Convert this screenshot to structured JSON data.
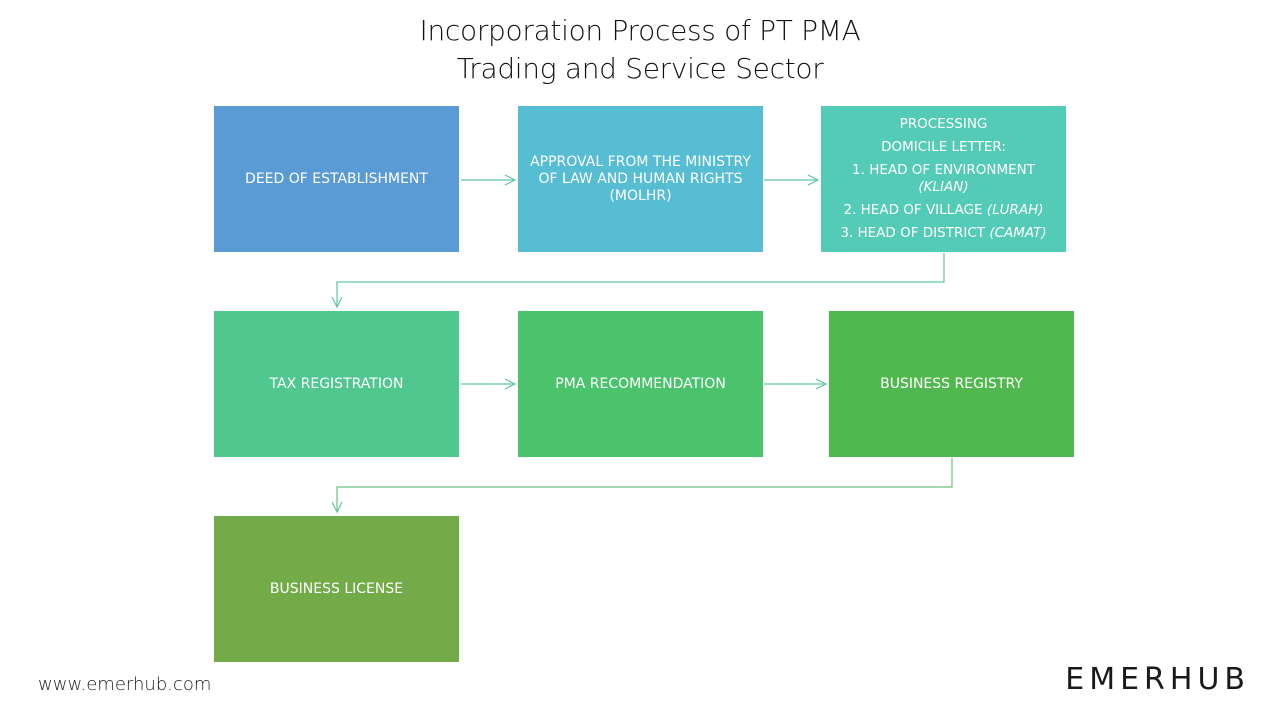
{
  "title": {
    "line1": "Incorporation Process of PT PMA",
    "line2": "Trading and Service Sector"
  },
  "steps": {
    "deed": {
      "label": "DEED OF ESTABLISHMENT",
      "color": "#5b9bd5"
    },
    "approval": {
      "label": "APPROVAL FROM THE MINISTRY OF LAW AND HUMAN RIGHTS (MOLHR)",
      "color": "#56bdd3"
    },
    "processing": {
      "heading": "PROCESSING",
      "subheading": "DOMICILE LETTER:",
      "items": [
        {
          "text": "1. HEAD OF ENVIRONMENT",
          "note": "(KLIAN)"
        },
        {
          "text": "2. HEAD OF VILLAGE",
          "note": "(LURAH)"
        },
        {
          "text": "3. HEAD OF DISTRICT",
          "note": "(CAMAT)"
        }
      ],
      "color": "#54cbb6"
    },
    "tax": {
      "label": "TAX REGISTRATION",
      "color": "#4fc78f"
    },
    "pma": {
      "label": "PMA RECOMMENDATION",
      "color": "#4bc26c"
    },
    "registry": {
      "label": "BUSINESS REGISTRY",
      "color": "#51b84f"
    },
    "license": {
      "label": "BUSINESS LICENSE",
      "color": "#72ab48"
    }
  },
  "connector_color": "#5fc6a8",
  "footer": {
    "url": "www.emerhub.com",
    "logo": "EMERHUB"
  }
}
